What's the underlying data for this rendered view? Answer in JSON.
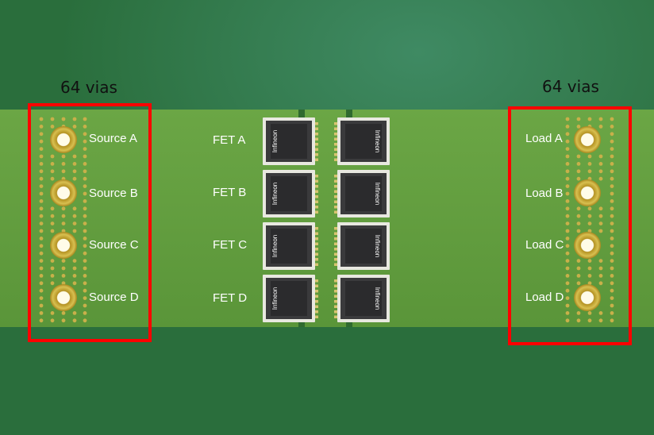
{
  "left_group": {
    "caption": "64 vias",
    "pads": [
      "Source A",
      "Source B",
      "Source C",
      "Source D"
    ]
  },
  "right_group": {
    "caption": "64 vias",
    "pads": [
      "Load A",
      "Load B",
      "Load C",
      "Load D"
    ]
  },
  "fets": {
    "labels": [
      "FET A",
      "FET B",
      "FET C",
      "FET D"
    ],
    "chip_brand": "Infineon"
  },
  "colors": {
    "board_dark": "#2a6e3c",
    "strip": "#5d9a3c",
    "highlight": "#ff0000",
    "via_gold": "#c8b04a"
  }
}
